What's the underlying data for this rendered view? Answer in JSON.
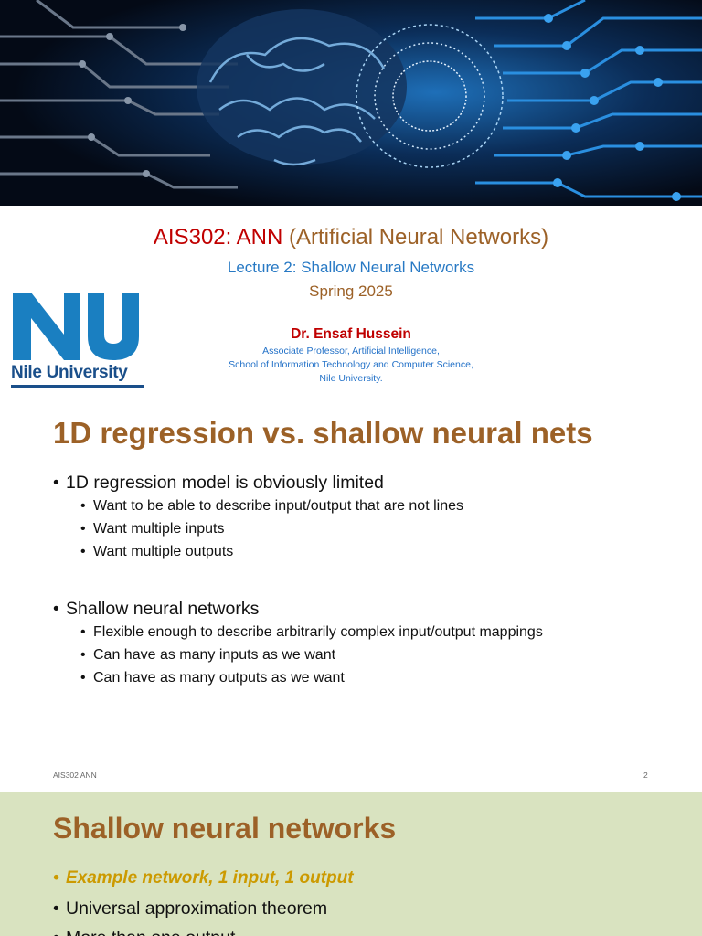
{
  "slide1": {
    "course_code": "AIS302: ANN",
    "course_name": "(Artificial Neural Networks)",
    "lecture": "Lecture 2: Shallow Neural Networks",
    "semester": "Spring 2025",
    "instructor": "Dr. Ensaf Hussein",
    "affiliation": [
      "Associate Professor, Artificial Intelligence,",
      "School of Information Technology and Computer Science,",
      "Nile University."
    ],
    "logo_text": "Nile University",
    "colors": {
      "red": "#c00000",
      "brown": "#9c6127",
      "blue": "#2779c4",
      "logo_blue": "#1a7fc1"
    }
  },
  "slide2": {
    "title": "1D regression vs. shallow neural nets",
    "bullets": [
      {
        "text": "1D regression model is obviously limited",
        "sub": [
          "Want to be able to describe input/output that are not lines",
          "Want multiple inputs",
          "Want multiple outputs"
        ]
      },
      {
        "text": "Shallow neural networks",
        "sub": [
          "Flexible enough to describe arbitrarily complex input/output mappings",
          "Can have as many inputs as we want",
          "Can have as many outputs as we want"
        ]
      }
    ],
    "footer_left": "AIS302 ANN",
    "page_number": "2"
  },
  "slide3": {
    "title": "Shallow neural networks",
    "bullets": [
      "Example network, 1 input, 1 output",
      "Universal approximation theorem",
      "More than one output"
    ],
    "background": "#d9e3c0"
  }
}
